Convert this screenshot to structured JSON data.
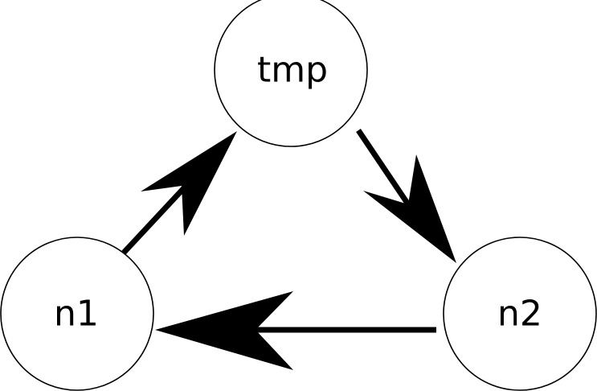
{
  "diagram": {
    "nodes": [
      {
        "id": "tmp",
        "label": "tmp"
      },
      {
        "id": "n1",
        "label": "n1"
      },
      {
        "id": "n2",
        "label": "n2"
      }
    ],
    "edges": [
      {
        "from": "n1",
        "to": "tmp"
      },
      {
        "from": "tmp",
        "to": "n2"
      },
      {
        "from": "n2",
        "to": "n1"
      }
    ],
    "colors": {
      "stroke": "#000000",
      "fill": "#ffffff",
      "background": "#ffffff"
    }
  }
}
